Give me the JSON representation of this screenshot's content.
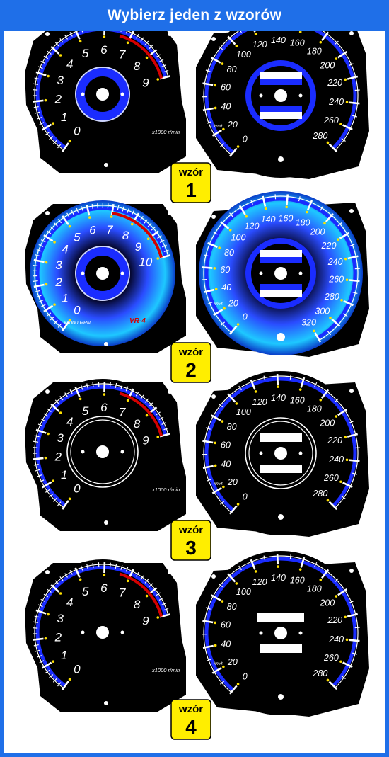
{
  "header": {
    "title": "Wybierz jeden z wzorów"
  },
  "colors": {
    "header_bg": "#1f6fe8",
    "badge_bg": "#ffee00",
    "accent_blue": "#1a2cff",
    "redline": "#d40000"
  },
  "tach_labels": [
    "0",
    "1",
    "2",
    "3",
    "4",
    "5",
    "6",
    "7",
    "8",
    "9",
    "10"
  ],
  "speed_labels": [
    "0",
    "20",
    "40",
    "60",
    "80",
    "100",
    "120",
    "140",
    "160",
    "180",
    "200",
    "220",
    "240",
    "260",
    "280",
    "300",
    "320"
  ],
  "tach_unit": "x1000 r/min",
  "tach_unit_alt": "x1000 RPM",
  "speed_unit": "km/h",
  "vr4_text": "VR-4",
  "designs": [
    {
      "badge_word": "wzór",
      "badge_num": "1",
      "style": "blue-center"
    },
    {
      "badge_word": "wzór",
      "badge_num": "2",
      "style": "blue-glow"
    },
    {
      "badge_word": "wzór",
      "badge_num": "3",
      "style": "white-ring"
    },
    {
      "badge_word": "wzór",
      "badge_num": "4",
      "style": "plain"
    }
  ]
}
